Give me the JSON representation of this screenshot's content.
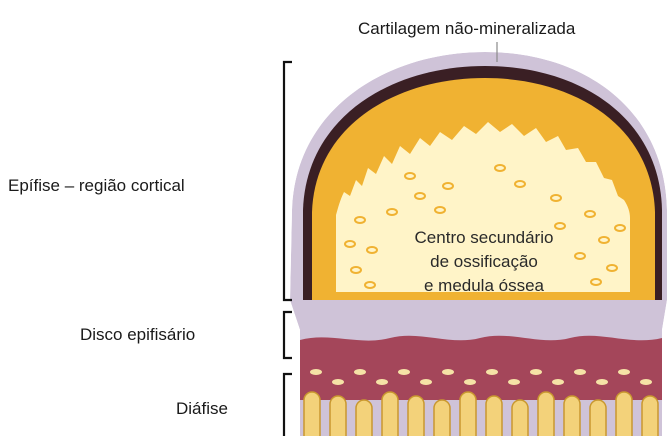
{
  "labels": {
    "top": "Cartilagem não-mineralizada",
    "epiphysis": "Epífise – região cortical",
    "disc": "Disco epifisário",
    "diaphysis": "Diáfise"
  },
  "center_text": {
    "line1": "Centro secundário",
    "line2": "de ossificação",
    "line3": "e medula óssea"
  },
  "colors": {
    "cartilage": "#cfc3d8",
    "dark_band": "#3a1f24",
    "cortical": "#f0b232",
    "marrow": "#fff4c8",
    "growth_plate": "#a4465a",
    "diaphysis_columns": "#f3d27a",
    "text": "#1a1a1a",
    "bracket": "#111111"
  },
  "icons": {
    "brackets": "bracket-shape"
  }
}
